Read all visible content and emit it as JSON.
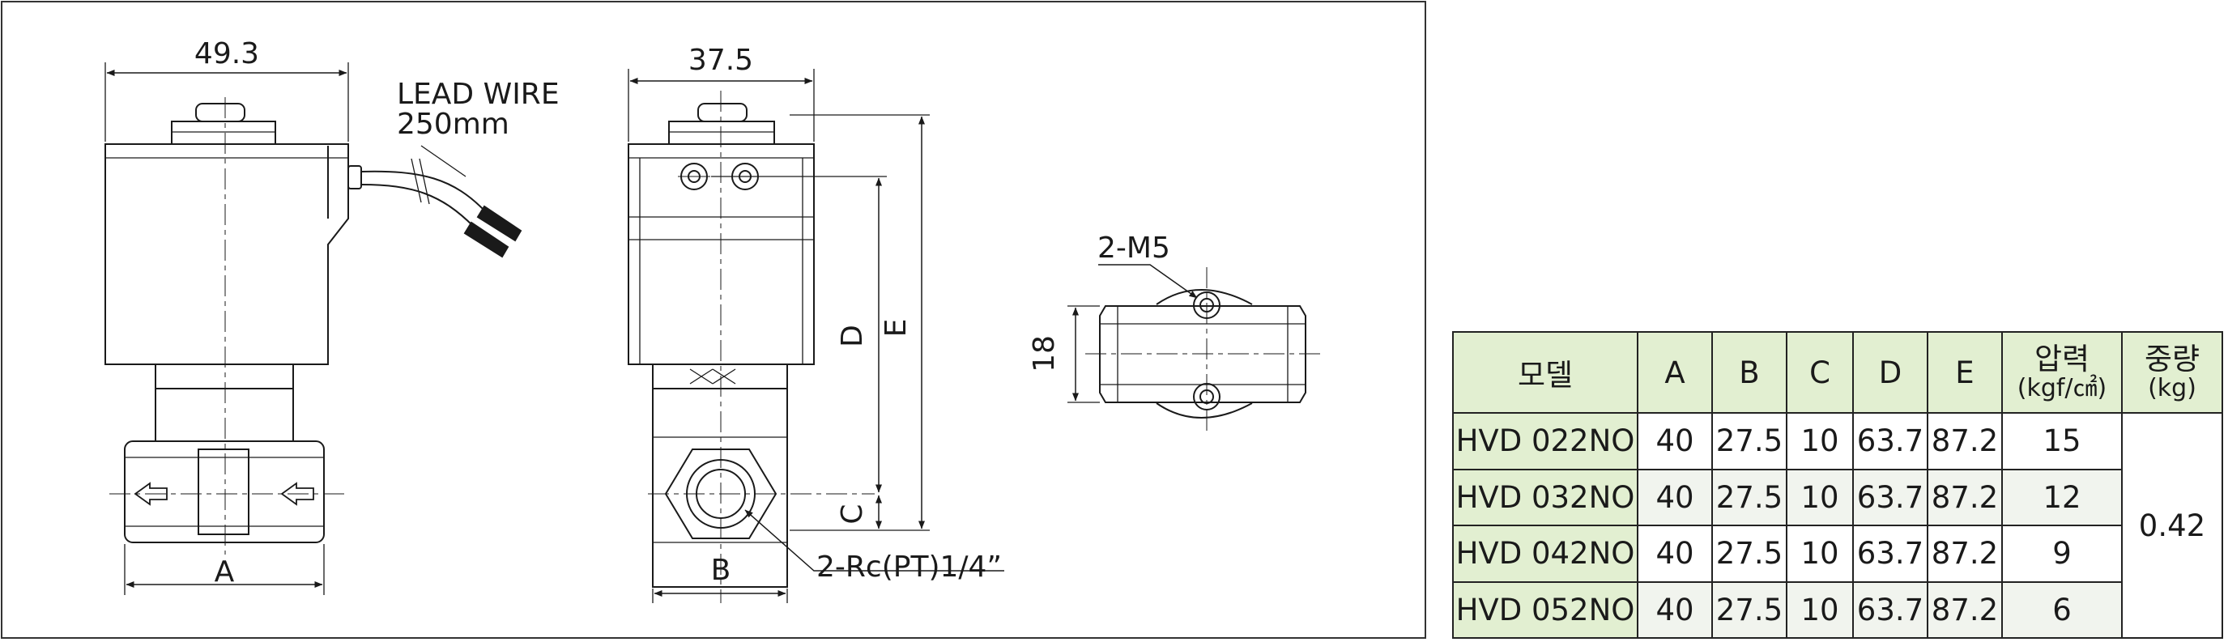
{
  "drawing": {
    "front_view": {
      "width_dim": "49.3",
      "lead_wire_line1": "LEAD WIRE",
      "lead_wire_line2": "250mm",
      "dim_A": "A"
    },
    "side_view": {
      "width_dim": "37.5",
      "dim_B": "B",
      "dim_C": "C",
      "dim_D": "D",
      "dim_E": "E",
      "port_label": "2-Rc(PT)1/4”"
    },
    "bottom_view": {
      "mount_label": "2-M5",
      "height_dim": "18"
    }
  },
  "table": {
    "headers": {
      "model": "모델",
      "a": "A",
      "b": "B",
      "c": "C",
      "d": "D",
      "e": "E",
      "pressure_line1": "압력",
      "pressure_line2": "(kgf/㎠)",
      "weight_line1": "중량",
      "weight_line2": "(kg)"
    },
    "rows": [
      {
        "model": "HVD 022NO",
        "a": "40",
        "b": "27.5",
        "c": "10",
        "d": "63.7",
        "e": "87.2",
        "pressure": "15"
      },
      {
        "model": "HVD 032NO",
        "a": "40",
        "b": "27.5",
        "c": "10",
        "d": "63.7",
        "e": "87.2",
        "pressure": "12"
      },
      {
        "model": "HVD 042NO",
        "a": "40",
        "b": "27.5",
        "c": "10",
        "d": "63.7",
        "e": "87.2",
        "pressure": "9"
      },
      {
        "model": "HVD 052NO",
        "a": "40",
        "b": "27.5",
        "c": "10",
        "d": "63.7",
        "e": "87.2",
        "pressure": "6"
      }
    ],
    "weight": "0.42",
    "colors": {
      "header_bg": "#e2efd1",
      "border": "#222222"
    }
  }
}
